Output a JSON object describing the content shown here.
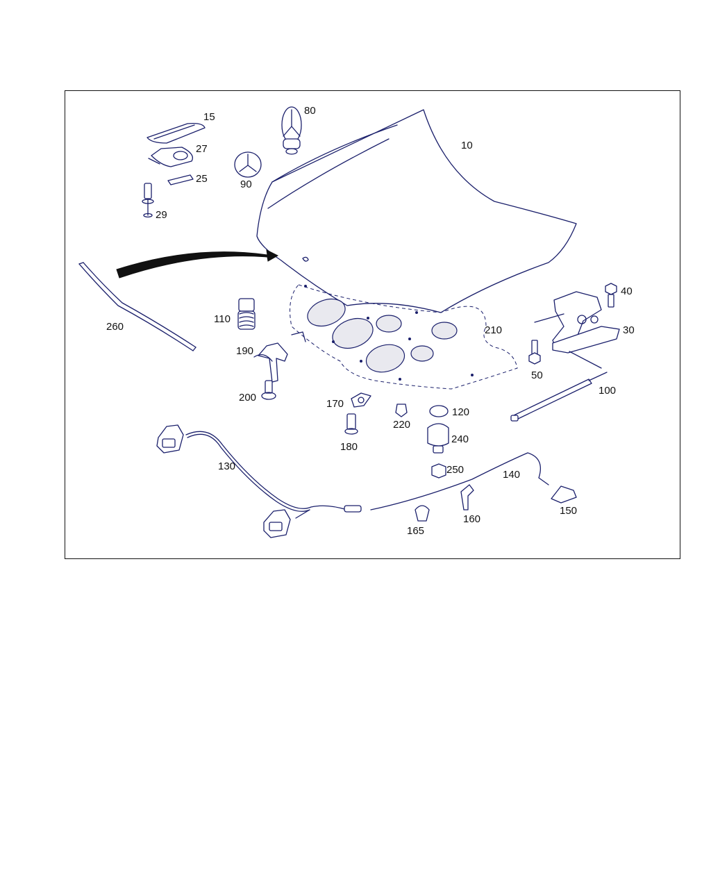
{
  "diagram": {
    "callouts": {
      "c10": "10",
      "c15": "15",
      "c25": "25",
      "c27": "27",
      "c29": "29",
      "c30": "30",
      "c40": "40",
      "c50": "50",
      "c80": "80",
      "c90": "90",
      "c100": "100",
      "c110": "110",
      "c120": "120",
      "c130": "130",
      "c140": "140",
      "c150": "150",
      "c160": "160",
      "c165": "165",
      "c170": "170",
      "c180": "180",
      "c190": "190",
      "c200": "200",
      "c210": "210",
      "c220": "220",
      "c240": "240",
      "c250": "250",
      "c260": "260"
    },
    "colors": {
      "line": "#1a1f6b",
      "text": "#111111",
      "background": "#ffffff"
    }
  }
}
